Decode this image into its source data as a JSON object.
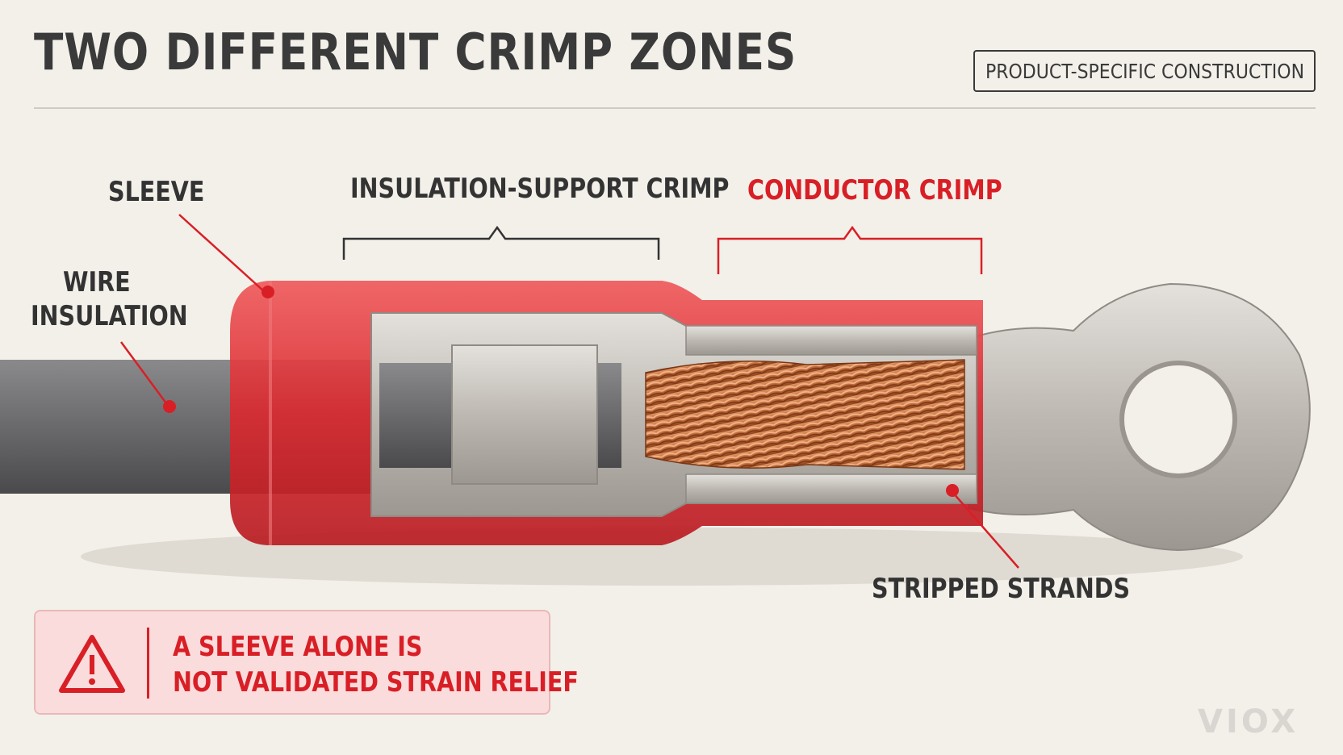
{
  "header": {
    "title": "TWO DIFFERENT CRIMP ZONES",
    "badge": "PRODUCT-SPECIFIC CONSTRUCTION"
  },
  "labels": {
    "sleeve": "SLEEVE",
    "wire_insulation_line1": "WIRE",
    "wire_insulation_line2": "INSULATION",
    "insulation_support_crimp": "INSULATION-SUPPORT CRIMP",
    "conductor_crimp": "CONDUCTOR CRIMP",
    "stripped_strands": "STRIPPED STRANDS"
  },
  "warning": {
    "line1": "A SLEEVE ALONE IS",
    "line2": "NOT VALIDATED STRAIN RELIEF"
  },
  "logo": "VIOX",
  "colors": {
    "accent_red": "#d91f26",
    "sleeve_red": "#e0353b",
    "metal": "#c8c4bf",
    "copper": "#c8733f",
    "wire": "#6e6e70",
    "text": "#333333"
  }
}
